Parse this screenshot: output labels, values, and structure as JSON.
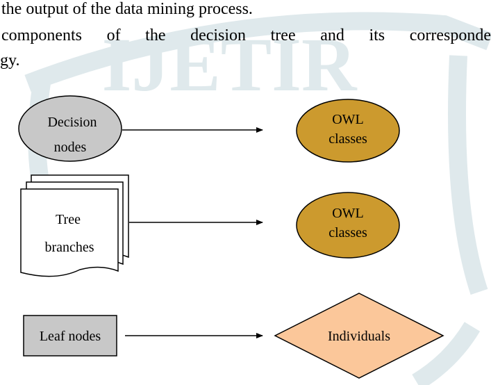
{
  "text": {
    "line1": "the output of the data mining process.",
    "line2": "components of the decision tree and its corresponde",
    "line3": "gy."
  },
  "watermark": {
    "text": "IJETIR",
    "color": "#dfe9ec"
  },
  "diagram": {
    "rows": [
      {
        "source": {
          "label_lines": [
            "Decision",
            "nodes"
          ],
          "shape": "ellipse",
          "color": "#c8c8c8"
        },
        "target": {
          "label_lines": [
            "OWL",
            "classes"
          ],
          "shape": "ellipse",
          "color": "#cc9a2e"
        }
      },
      {
        "source": {
          "label_lines": [
            "Tree",
            "branches"
          ],
          "shape": "multi-document",
          "color": "#ffffff"
        },
        "target": {
          "label_lines": [
            "OWL",
            "classes"
          ],
          "shape": "ellipse",
          "color": "#cc9a2e"
        }
      },
      {
        "source": {
          "label_lines": [
            "Leaf nodes"
          ],
          "shape": "rectangle",
          "color": "#c8c8c8"
        },
        "target": {
          "label_lines": [
            "Individuals"
          ],
          "shape": "diamond",
          "color": "#fbc79a"
        }
      }
    ]
  }
}
